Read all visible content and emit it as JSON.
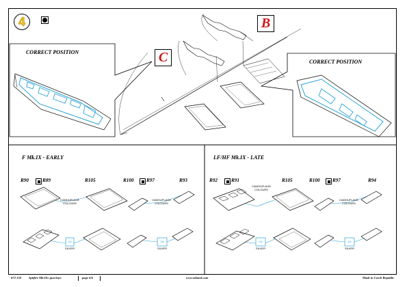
{
  "step": {
    "number": "4"
  },
  "callouts": {
    "b": "B",
    "c": "C"
  },
  "views": {
    "left_correct_position": "CORRECT POSITION",
    "right_correct_position": "CORRECT POSITION"
  },
  "early": {
    "title": "F Mk.IX - EARLY",
    "labels": {
      "r90": "R90",
      "r89": "R89",
      "r105": "R105",
      "r100": "R100",
      "r97": "R97",
      "r93": "R93"
    },
    "camouflage_colours": "CAMOUFLAGE\nCOLOURS",
    "c6": "C6",
    "silver": "SILVER"
  },
  "late": {
    "title": "LF/HF Mk.IX - LATE",
    "labels": {
      "r92": "R92",
      "r91": "R91",
      "r105": "R105",
      "r100": "R100",
      "r97": "R97",
      "r94": "R94"
    },
    "camouflage_colours": "CAMOUFLAGE\nCOLOURS",
    "c6": "C6",
    "silver": "SILVER"
  },
  "footer": {
    "code": "672 150",
    "product": "Spitfire Mk.IXc gun bays",
    "page": "page 6/6",
    "url": "www.eduard.com",
    "origin": "Made in Czech Republic"
  },
  "colors": {
    "accent_red": "#d01818",
    "step_yellow": "#f2c21a",
    "blue_paint": "#2aa2d6"
  }
}
